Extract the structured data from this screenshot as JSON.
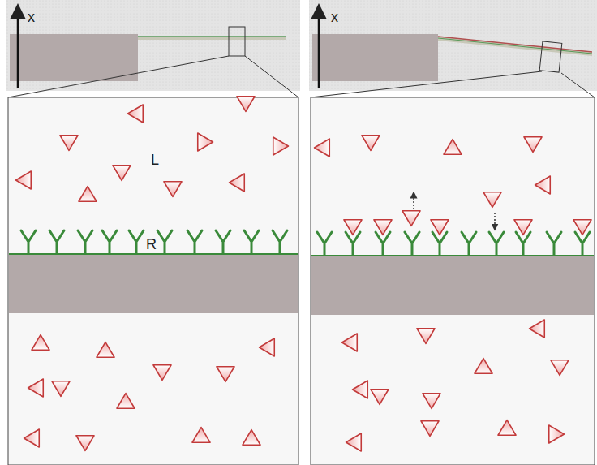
{
  "diagram": {
    "labels": [
      "x",
      "x",
      "L",
      "R"
    ]
  }
}
